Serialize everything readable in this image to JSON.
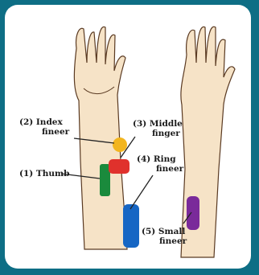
{
  "labels": {
    "index": [
      "(2) Index",
      "fineer"
    ],
    "middle": [
      "(3) Middle",
      "finger"
    ],
    "ring": [
      "(4) Ring",
      "fineer"
    ],
    "thumb": "(1) Thumb",
    "small": [
      "(5) Small",
      "fineer"
    ]
  },
  "colors": {
    "frame": "#0e6e85",
    "skin": "#f6e3c7",
    "outline": "#5a3a22",
    "thumb": "#1a8a3c",
    "index": "#f2b51f",
    "middle": "#e0312c",
    "ring": "#1666c4",
    "small": "#7a2a9a"
  }
}
